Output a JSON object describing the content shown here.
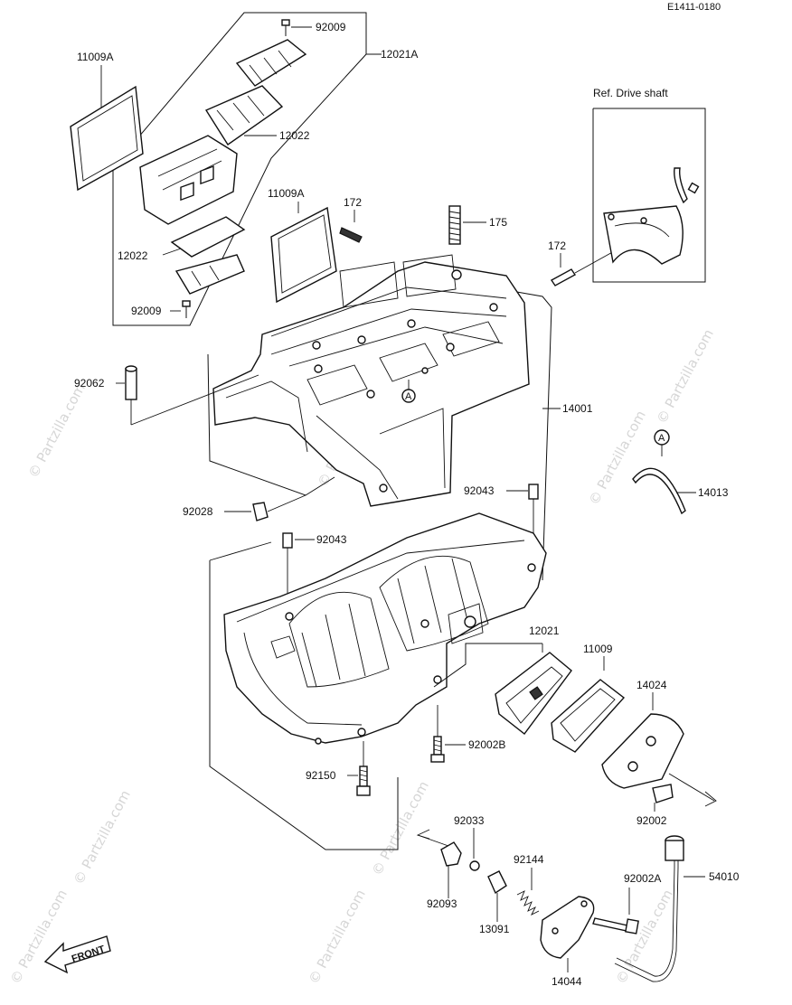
{
  "diagram_id": "E1411-0180",
  "ref_note": "Ref. Drive shaft",
  "front_label": "FRONT",
  "callout_a": "A",
  "watermark": "© Partzilla.com",
  "labels": {
    "p92009_top": "92009",
    "p12021A": "12021A",
    "p11009A_left": "11009A",
    "p12022_upper": "12022",
    "p11009A_mid": "11009A",
    "p172_left": "172",
    "p175": "175",
    "p172_right": "172",
    "p12022_lower": "12022",
    "p92009_bottom": "92009",
    "p92062": "92062",
    "p14001": "14001",
    "p14013": "14013",
    "p92043_right": "92043",
    "p92028": "92028",
    "p92043_left": "92043",
    "p12021": "12021",
    "p11009": "11009",
    "p14024": "14024",
    "p92002B": "92002B",
    "p92150": "92150",
    "p92002": "92002",
    "p92033": "92033",
    "p92144": "92144",
    "p92002A": "92002A",
    "p54010": "54010",
    "p92093": "92093",
    "p13091": "13091",
    "p14044": "14044"
  }
}
